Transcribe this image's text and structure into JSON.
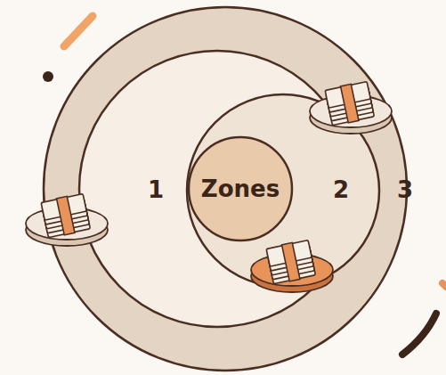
{
  "diagram": {
    "nodes": [
      {
        "text": [
          "3"
        ]
      },
      {
        "text": [
          "1"
        ],
        "in": 0
      },
      {
        "text": [
          "2"
        ],
        "in": 0
      },
      {
        "text": [
          "Zones"
        ],
        "in": 1
      }
    ]
  }
}
